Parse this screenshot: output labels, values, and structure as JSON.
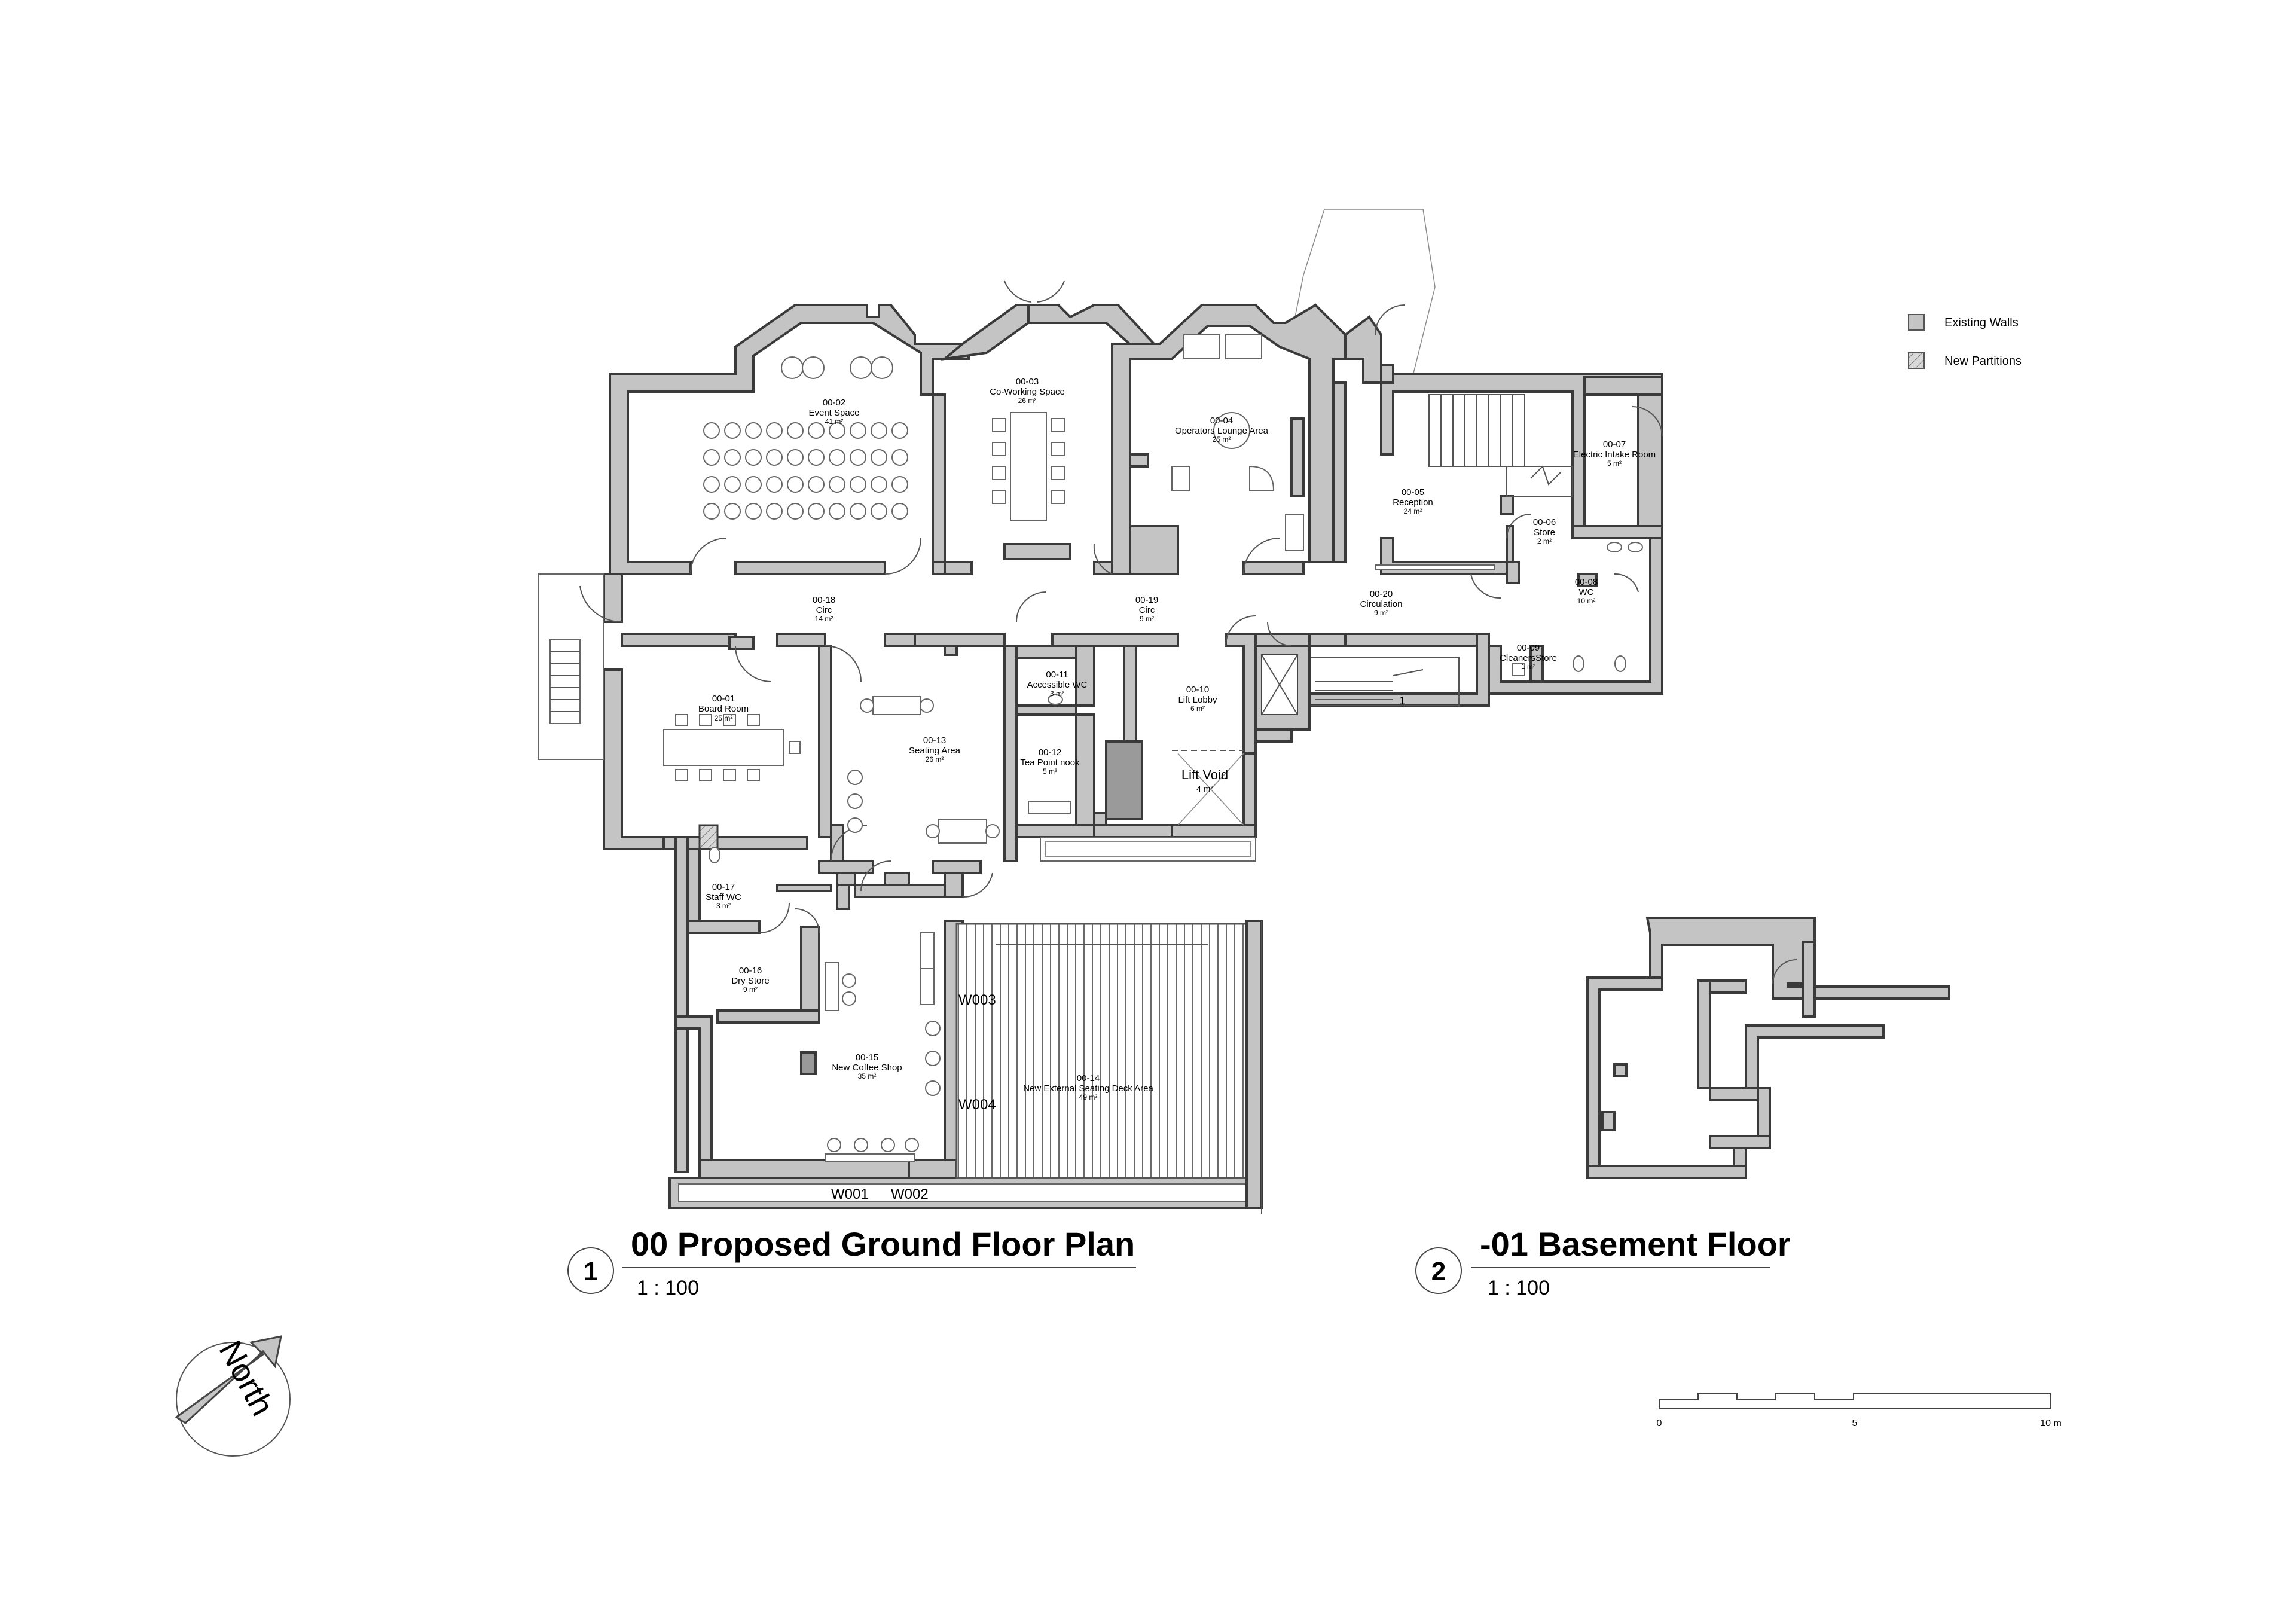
{
  "legend": {
    "existing_walls": "Existing Walls",
    "new_partitions": "New Partitions",
    "colors": {
      "existing": "#c4c4c4",
      "hatch": "#777777"
    }
  },
  "drawing1": {
    "number": "1",
    "title": "00 Proposed Ground Floor Plan",
    "scale": "1 : 100"
  },
  "drawing2": {
    "number": "2",
    "title": "-01 Basement Floor",
    "scale": "1 : 100"
  },
  "north": "North",
  "scale_bar": {
    "labels": [
      "0",
      "5",
      "10 m"
    ]
  },
  "rooms": [
    {
      "num": "00-01",
      "name": "Board Room",
      "area": "25 m²"
    },
    {
      "num": "00-02",
      "name": "Event Space",
      "area": "41 m²"
    },
    {
      "num": "00-03",
      "name": "Co-Working Space",
      "area": "26 m²"
    },
    {
      "num": "00-04",
      "name": "Operators Lounge Area",
      "area": "25 m²"
    },
    {
      "num": "00-05",
      "name": "Reception",
      "area": "24 m²"
    },
    {
      "num": "00-06",
      "name": "Store",
      "area": "2 m²"
    },
    {
      "num": "00-07",
      "name": "Electric Intake Room",
      "area": "5 m²"
    },
    {
      "num": "00-08",
      "name": "WC",
      "area": "10 m²"
    },
    {
      "num": "00-09",
      "name": "CleanersStore",
      "area": "1 m²"
    },
    {
      "num": "00-10",
      "name": "Lift Lobby",
      "area": "6 m²"
    },
    {
      "num": "00-11",
      "name": "Accessible WC",
      "area": "3 m²"
    },
    {
      "num": "00-12",
      "name": "Tea Point nook",
      "area": "5 m²"
    },
    {
      "num": "00-13",
      "name": "Seating Area",
      "area": "26 m²"
    },
    {
      "num": "00-14",
      "name": "New External Seating Deck Area",
      "area": "49 m²"
    },
    {
      "num": "00-15",
      "name": "New Coffee Shop",
      "area": "35 m²"
    },
    {
      "num": "00-16",
      "name": "Dry Store",
      "area": "9 m²"
    },
    {
      "num": "00-17",
      "name": "Staff WC",
      "area": "3 m²"
    },
    {
      "num": "00-18",
      "name": "Circ",
      "area": "14 m²"
    },
    {
      "num": "00-19",
      "name": "Circ",
      "area": "9 m²"
    },
    {
      "num": "00-20",
      "name": "Circulation",
      "area": "9 m²"
    }
  ],
  "lift_void": {
    "name": "Lift Void",
    "area": "4 m²"
  },
  "window_tags": [
    "W001",
    "W002",
    "W003",
    "W004"
  ]
}
